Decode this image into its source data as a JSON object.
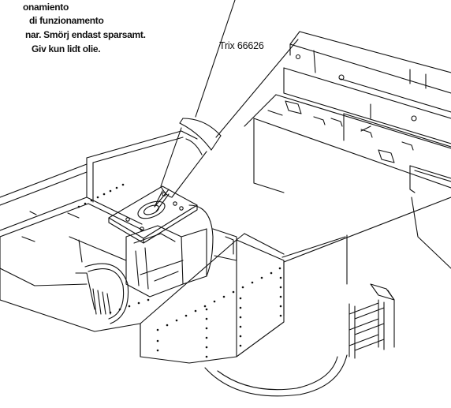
{
  "caption": {
    "lines": [
      "onamiento",
      "di funzionamento",
      "nar. Smörj endast sparsamt.",
      "Giv kun lidt olie."
    ]
  },
  "product_label": "Trix 66626",
  "illustration": {
    "subject": "oiler-applying-oil-to-locomotive-bearing",
    "line_color": "#111111",
    "background_color": "#ffffff"
  }
}
